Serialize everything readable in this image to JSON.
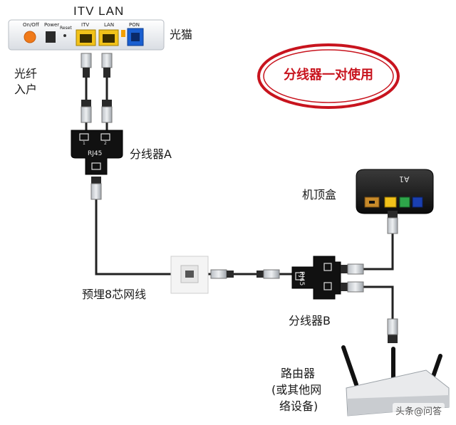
{
  "labels": {
    "itv_lan": "ITV LAN",
    "modem": "光猫",
    "fiber_in": [
      "光纤",
      "入户"
    ],
    "splitter_a": "分线器A",
    "splitter_b": "分线器B",
    "settop_box": "机顶盒",
    "buried_cable": "预埋8芯网线",
    "router": [
      "路由器",
      "(或其他网",
      "络设备)"
    ]
  },
  "banner": "分线器一对使用",
  "device_text": {
    "onoff": "On/Off",
    "power": "Power",
    "reset": "Reset",
    "itv": "ITV",
    "lan": "LAN",
    "pon": "PON",
    "rj45": "RJ45",
    "port1": "1",
    "port2": "2",
    "settop_logo": "A1"
  },
  "watermark": "头条@问答",
  "colors": {
    "banner_red": "#c8141e",
    "cable": "#222222",
    "port_yellow": "#f2c21a",
    "onoff_orange": "#f07a1a",
    "pon_blue": "#1a5fd0"
  }
}
